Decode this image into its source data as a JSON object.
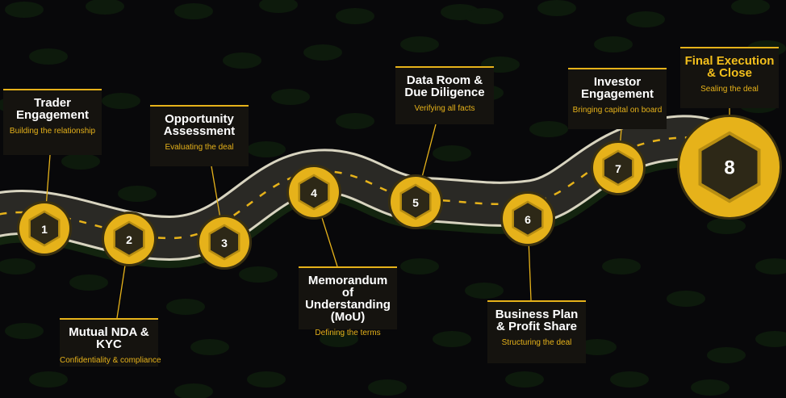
{
  "colors": {
    "accent": "#e6b21a",
    "road": "#2a2925",
    "background": "#08080a",
    "hex": "#2d2817"
  },
  "steps": [
    {
      "number": "1",
      "title": "Trader Engagement",
      "subtitle": "Building the relationship"
    },
    {
      "number": "2",
      "title": "Mutual NDA & KYC",
      "subtitle": "Confidentiality & compliance"
    },
    {
      "number": "3",
      "title": "Opportunity Assessment",
      "subtitle": "Evaluating the deal"
    },
    {
      "number": "4",
      "title": "Memorandum of Understanding (MoU)",
      "subtitle": "Defining the terms"
    },
    {
      "number": "5",
      "title": "Data Room & Due Diligence",
      "subtitle": "Verifying all facts"
    },
    {
      "number": "6",
      "title": "Business Plan & Profit Share",
      "subtitle": "Structuring the deal"
    },
    {
      "number": "7",
      "title": "Investor Engagement",
      "subtitle": "Bringing capital on board"
    },
    {
      "number": "8",
      "title": "Final Execution & Close",
      "subtitle": "Sealing the deal"
    }
  ]
}
